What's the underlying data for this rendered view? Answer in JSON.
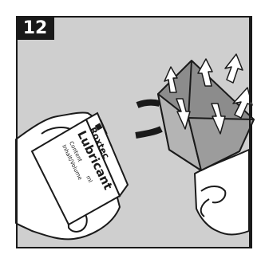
{
  "step": {
    "number": "12"
  },
  "tube": {
    "brand": "Roxtec",
    "product": "Lubricant",
    "line1": "Content",
    "line2": "ml",
    "line3": "Inhalt/Volume"
  },
  "colors": {
    "panel": "#cfcfcf",
    "outline": "#1a1a1a",
    "module": "#8c8c8c",
    "skin": "#ffffff"
  }
}
